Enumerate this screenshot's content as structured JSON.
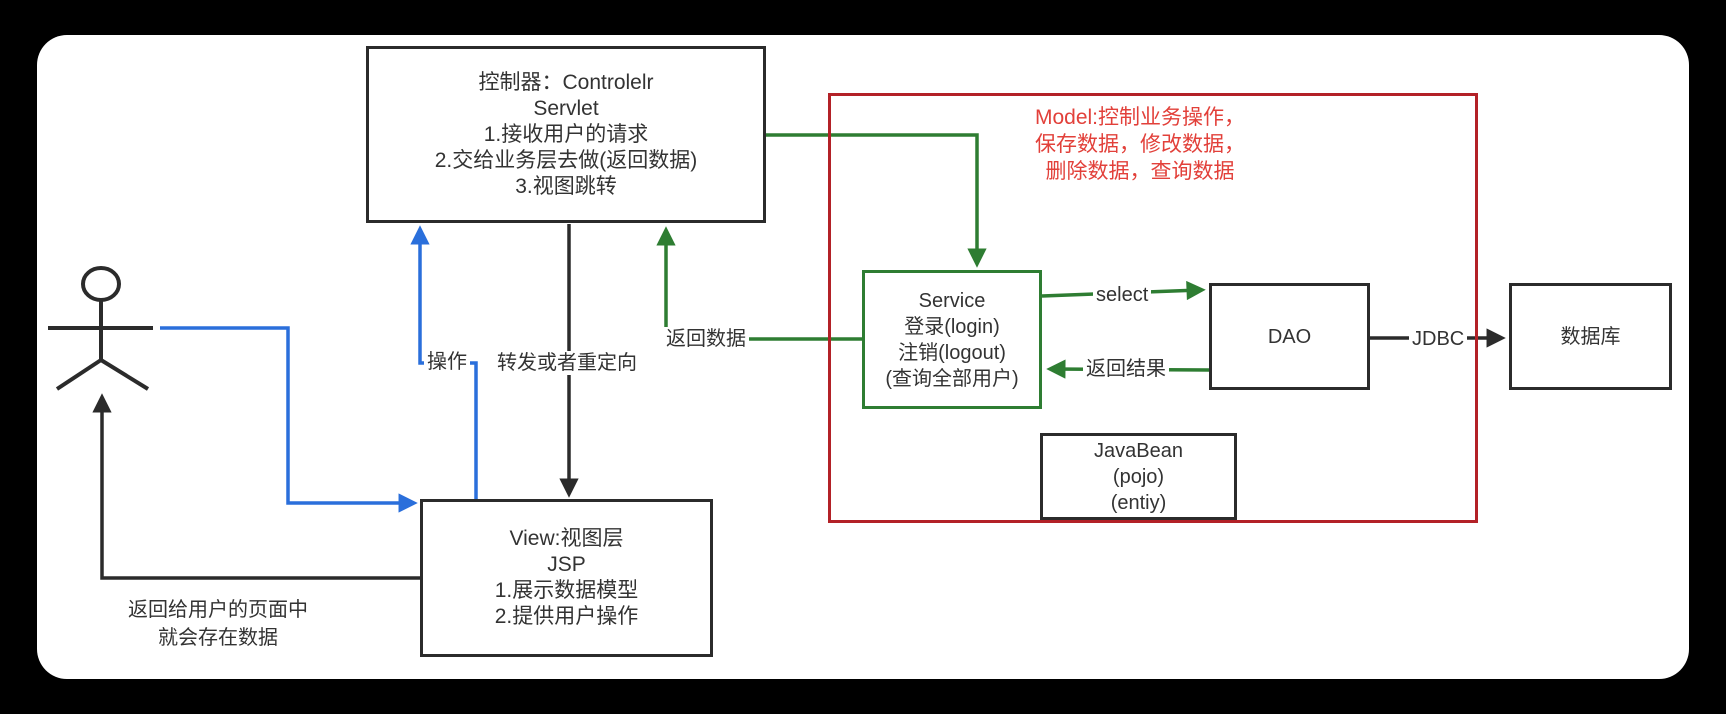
{
  "colors": {
    "canvas": "#ffffff",
    "line_black": "#2b2b2b",
    "line_green": "#2e7d32",
    "line_blue": "#2a6fdb",
    "model_border_red": "#b32127",
    "model_text_red": "#e2403a"
  },
  "boxes": {
    "controller": {
      "lines": [
        "控制器：Controlelr",
        "Servlet",
        "1.接收用户的请求",
        "2.交给业务层去做(返回数据)",
        "3.视图跳转"
      ]
    },
    "view": {
      "lines": [
        "View:视图层",
        "JSP",
        "1.展示数据模型",
        "2.提供用户操作"
      ]
    },
    "service": {
      "lines": [
        "Service",
        "登录(login)",
        "注销(logout)",
        "(查询全部用户)"
      ]
    },
    "dao": {
      "label": "DAO"
    },
    "database": {
      "label": "数据库"
    },
    "javabean": {
      "lines": [
        "JavaBean",
        "(pojo)",
        "(entiy)"
      ]
    }
  },
  "model_note": {
    "lines": [
      "Model:控制业务操作，",
      "保存数据，修改数据，",
      "删除数据，查询数据"
    ]
  },
  "edge_labels": {
    "operate": "操作",
    "forward": "转发或者重定向",
    "return_data": "返回数据",
    "select": "select",
    "return_result": "返回结果",
    "jdbc": "JDBC"
  },
  "bottom_note": {
    "lines": [
      "返回给用户的页面中",
      "就会存在数据"
    ]
  }
}
